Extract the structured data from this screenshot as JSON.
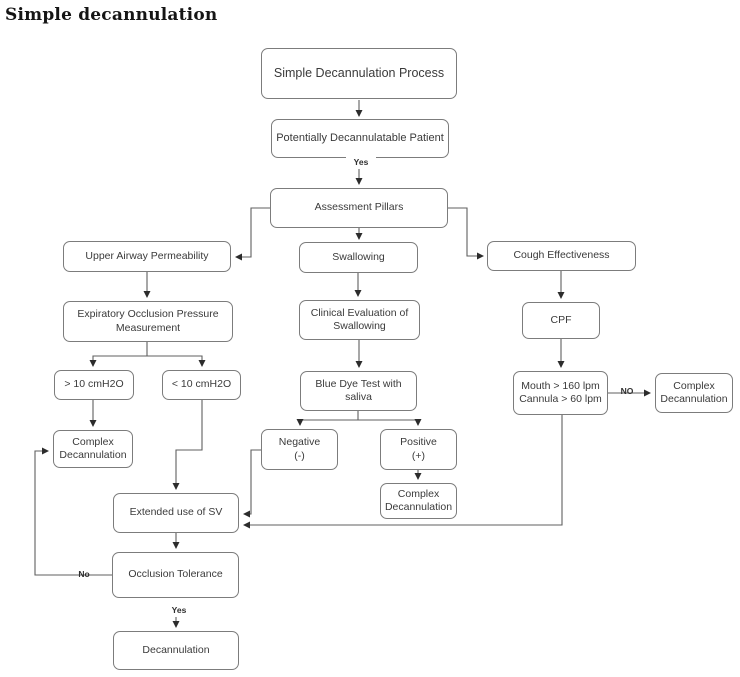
{
  "page": {
    "title": "Simple decannulation"
  },
  "diagram": {
    "nodes": {
      "process": {
        "label": "Simple Decannulation Process"
      },
      "patient": {
        "label": "Potentially  Decannulatable Patient"
      },
      "pillars": {
        "label": "Assessment Pillars"
      },
      "uap": {
        "label": "Upper Airway Permeability"
      },
      "eopm": {
        "label": "Expiratory Occlusion Pressure\nMeasurement"
      },
      "swallowing": {
        "label": "Swallowing"
      },
      "ces": {
        "label": "Clinical Evaluation of\nSwallowing"
      },
      "cough": {
        "label": "Cough Effectiveness"
      },
      "cpf": {
        "label": "CPF"
      },
      "gt10": {
        "label": "> 10 cmH2O"
      },
      "lt10": {
        "label": "< 10 cmH2O"
      },
      "complex_left": {
        "label": "Complex\nDecannulation"
      },
      "bluedye": {
        "label": "Blue Dye Test  with\nsaliva"
      },
      "negative": {
        "label": "Negative\n(-)"
      },
      "positive": {
        "label": "Positive\n(+)"
      },
      "complex_mid": {
        "label": "Complex\nDecannulation"
      },
      "mouth": {
        "label": "Mouth > 160 lpm\nCannula > 60 lpm"
      },
      "complex_right": {
        "label": "Complex\nDecannulation"
      },
      "extended": {
        "label": "Extended use of SV"
      },
      "occlusion": {
        "label": "Occlusion Tolerance"
      },
      "decannulation": {
        "label": "Decannulation"
      }
    },
    "edge_labels": {
      "yes_patient": "Yes",
      "yes_occlusion": "Yes",
      "no_occlusion": "No",
      "no_cpf": "NO"
    },
    "edges": [
      {
        "from": "process",
        "to": "patient"
      },
      {
        "from": "patient",
        "to": "pillars",
        "label": "Yes"
      },
      {
        "from": "pillars",
        "to": "uap"
      },
      {
        "from": "pillars",
        "to": "swallowing"
      },
      {
        "from": "pillars",
        "to": "cough"
      },
      {
        "from": "uap",
        "to": "eopm"
      },
      {
        "from": "eopm",
        "to": "gt10"
      },
      {
        "from": "eopm",
        "to": "lt10"
      },
      {
        "from": "gt10",
        "to": "complex_left"
      },
      {
        "from": "lt10",
        "to": "extended"
      },
      {
        "from": "swallowing",
        "to": "ces"
      },
      {
        "from": "ces",
        "to": "bluedye"
      },
      {
        "from": "bluedye",
        "to": "negative"
      },
      {
        "from": "bluedye",
        "to": "positive"
      },
      {
        "from": "negative",
        "to": "extended"
      },
      {
        "from": "positive",
        "to": "complex_mid"
      },
      {
        "from": "cough",
        "to": "cpf"
      },
      {
        "from": "cpf",
        "to": "mouth"
      },
      {
        "from": "mouth",
        "to": "complex_right",
        "label": "NO"
      },
      {
        "from": "mouth",
        "to": "extended"
      },
      {
        "from": "extended",
        "to": "occlusion"
      },
      {
        "from": "occlusion",
        "to": "complex_left",
        "label": "No"
      },
      {
        "from": "occlusion",
        "to": "decannulation",
        "label": "Yes"
      }
    ]
  }
}
